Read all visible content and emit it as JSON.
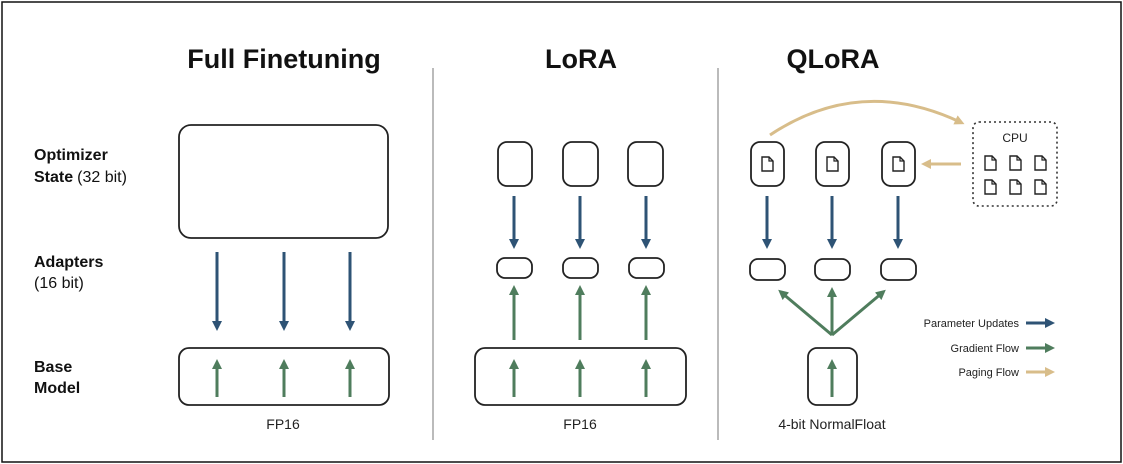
{
  "columns": {
    "full": {
      "title": "Full Finetuning",
      "base_label": "FP16"
    },
    "lora": {
      "title": "LoRA",
      "base_label": "FP16"
    },
    "qlora": {
      "title": "QLoRA",
      "base_label": "4-bit NormalFloat",
      "cpu_label": "CPU"
    }
  },
  "row_labels": {
    "optimizer": {
      "bold": "Optimizer",
      "line2_bold": "State",
      "line2_normal": "(32 bit)"
    },
    "adapters": {
      "bold": "Adapters",
      "normal": "(16 bit)"
    },
    "base": {
      "line1": "Base",
      "line2": "Model"
    }
  },
  "legend": [
    {
      "label": "Parameter Updates",
      "color": "#2e5375"
    },
    {
      "label": "Gradient Flow",
      "color": "#4f7d5d"
    },
    {
      "label": "Paging Flow",
      "color": "#d8bd8a"
    }
  ],
  "colors": {
    "param": "#2e5375",
    "gradient": "#4f7d5d",
    "paging": "#d8bd8a"
  }
}
